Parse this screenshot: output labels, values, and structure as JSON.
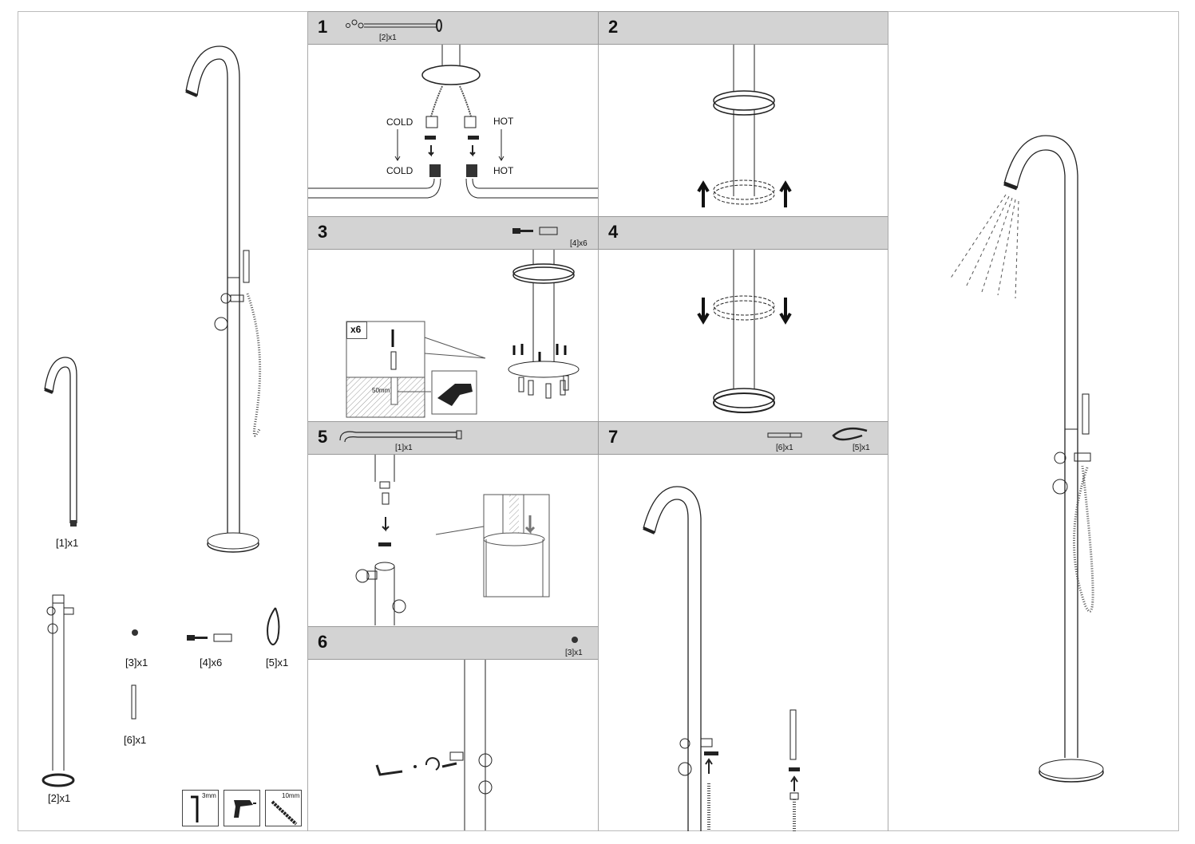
{
  "steps": [
    {
      "num": "1",
      "part": "[2]x1"
    },
    {
      "num": "2"
    },
    {
      "num": "3",
      "part": "[4]x6"
    },
    {
      "num": "4"
    },
    {
      "num": "5",
      "part": "[1]x1"
    },
    {
      "num": "6",
      "part": "[3]x1"
    },
    {
      "num": "7",
      "part_a": "[6]x1",
      "part_b": "[5]x1"
    }
  ],
  "step1": {
    "cold_top": "COLD",
    "cold_bottom": "COLD",
    "hot_top": "HOT",
    "hot_bottom": "HOT"
  },
  "step3": {
    "multiplier": "x6",
    "depth": "50mm"
  },
  "parts": {
    "spout": "[1]x1",
    "body": "[2]x1",
    "nut": "[3]x1",
    "screws": "[4]x6",
    "hose": "[5]x1",
    "handshower": "[6]x1"
  },
  "tools": {
    "hex_key": "3mm",
    "drill_bit": "10mm"
  }
}
